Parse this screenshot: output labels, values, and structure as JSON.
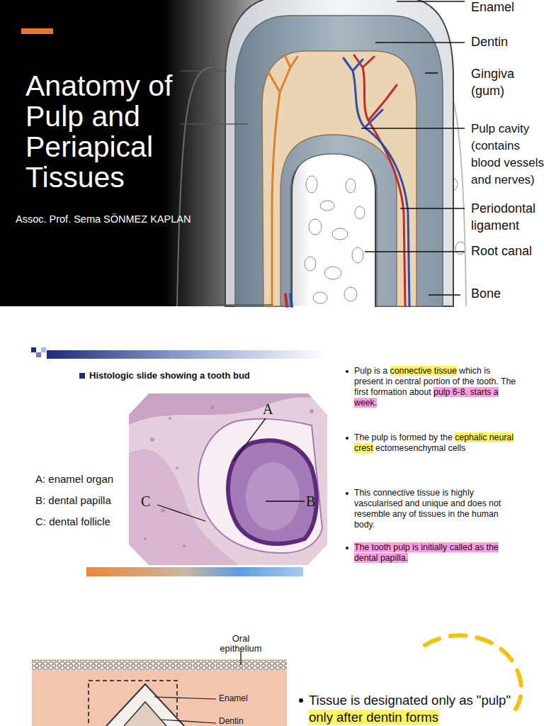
{
  "diagram": {
    "title": "Anatomy of Pulp and Periapical Tissues",
    "labels": [
      "Enamel",
      "Dentin",
      "Gingiva (gum)",
      "Pulp cavity (contains blood vessels and nerves)",
      "Periodontal ligament",
      "Root canal",
      "Bone",
      "Assoc. Prof. Sema SÖNMEZ KAPLAN",
      "Histologic slide showing a tooth bud",
      "A: enamel organ",
      "B: dental papilla",
      "C: dental follicle",
      "A",
      "B",
      "C",
      "Pulp is a",
      "connective tissue",
      "which is present in central portion of the tooth. The first formation about",
      "pulp 6-8. starts a week.",
      "The pulp is formed by the",
      "cephalic neural crest",
      "ectomesenchymal cells",
      "This connective tissue is highly vascularised and unique and does not resemble any of tissues in the human body.",
      "The tooth pulp is initially called as the dental papilla.",
      "Oral epithelium",
      "Enamel",
      "Dentin",
      "Tissue is designated only as \"pulp\"",
      "only after dentin forms"
    ]
  }
}
